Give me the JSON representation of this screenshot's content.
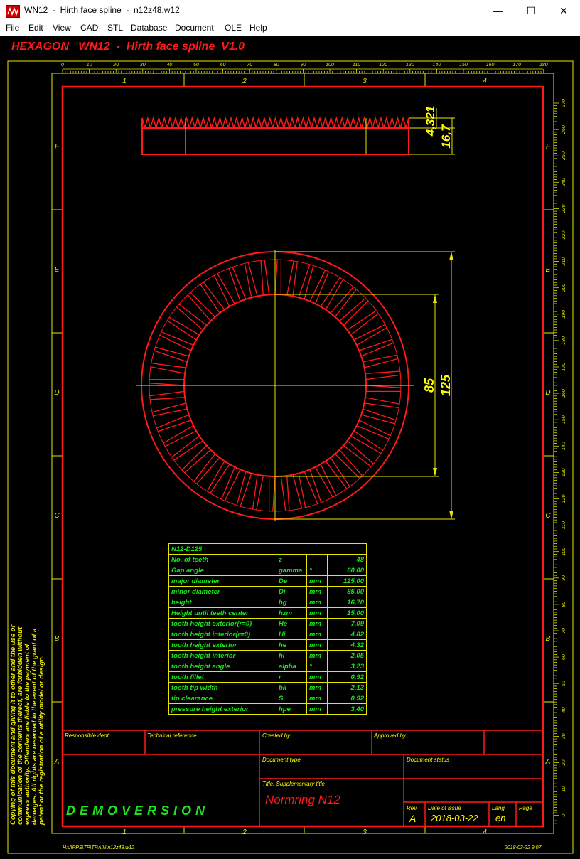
{
  "window": {
    "title": "WN12  -  Hirth face spline  -  n12z48.w12",
    "minimize": "—",
    "maximize": "☐",
    "close": "✕"
  },
  "menu": [
    "File",
    "Edit",
    "View",
    "CAD",
    "STL",
    "Database",
    "Document",
    "OLE",
    "Help"
  ],
  "header": "HEXAGON   WN12  -  Hirth face spline  V1.0",
  "drawing": {
    "ruler_x": [
      "0",
      "10",
      "20",
      "30",
      "40",
      "50",
      "60",
      "70",
      "80",
      "90",
      "100",
      "110",
      "120",
      "130",
      "140",
      "150",
      "160",
      "170",
      "180"
    ],
    "ruler_y": [
      "270",
      "260",
      "250",
      "240",
      "230",
      "220",
      "210",
      "200",
      "190",
      "180",
      "170",
      "160",
      "150",
      "140",
      "130",
      "120",
      "110",
      "100",
      "90",
      "80",
      "70",
      "60",
      "50",
      "40",
      "30",
      "20",
      "10",
      "0"
    ],
    "zones_x": [
      "1",
      "2",
      "3",
      "4"
    ],
    "zones_y": [
      "F",
      "E",
      "D",
      "C",
      "B",
      "A"
    ],
    "dim_tooth": "4,321",
    "dim_height": "16,7",
    "dim_minor": "85",
    "dim_major": "125"
  },
  "params": {
    "title": "N12-D125",
    "rows": [
      {
        "name": "No. of teeth",
        "sym": "z",
        "unit": "",
        "val": "48"
      },
      {
        "name": "Gap angle",
        "sym": "gamma",
        "unit": "°",
        "val": "60,00"
      },
      {
        "name": "major diameter",
        "sym": "De",
        "unit": "mm",
        "val": "125,00"
      },
      {
        "name": "minor diameter",
        "sym": "Di",
        "unit": "mm",
        "val": "85,00"
      },
      {
        "name": "height",
        "sym": "hg",
        "unit": "mm",
        "val": "16,70"
      },
      {
        "name": "Height until teeth center",
        "sym": "hzm",
        "unit": "mm",
        "val": "15,00"
      },
      {
        "name": "tooth height exterior(r=0)",
        "sym": "He",
        "unit": "mm",
        "val": "7,09"
      },
      {
        "name": "tooth height interior(r=0)",
        "sym": "Hi",
        "unit": "mm",
        "val": "4,82"
      },
      {
        "name": "tooth height exterior",
        "sym": "he",
        "unit": "mm",
        "val": "4,32"
      },
      {
        "name": "tooth height interior",
        "sym": "hi",
        "unit": "mm",
        "val": "2,05"
      },
      {
        "name": "tooth height angle",
        "sym": "alpha",
        "unit": "°",
        "val": "3,23"
      },
      {
        "name": "tooth fillet",
        "sym": "r",
        "unit": "mm",
        "val": "0,92"
      },
      {
        "name": "tooth tip width",
        "sym": "bk",
        "unit": "mm",
        "val": "2,13"
      },
      {
        "name": "tip clearance",
        "sym": "S",
        "unit": "mm",
        "val": "0,92"
      },
      {
        "name": "pressure height exterior",
        "sym": "hpe",
        "unit": "mm",
        "val": "3,40"
      }
    ]
  },
  "titleblock": {
    "responsible_label": "Responsible dept.",
    "techref_label": "Technical reference",
    "created_label": "Created by",
    "approved_label": "Approved by",
    "doctype_label": "Document type",
    "docstatus_label": "Document status",
    "title_label": "Title, Supplementary title",
    "title_value": "Normring N12",
    "rev_label": "Rev.",
    "rev_value": "A",
    "issue_label": "Date of issue",
    "issue_value": "2018-03-22",
    "lang_label": "Lang.",
    "lang_value": "en",
    "page_label": "Page",
    "demo": "DEMOVERSION"
  },
  "footer": {
    "path": "H:\\APPS\\TP\\TRAIN\\n12z48.w12",
    "date": "2018-03-22 9:07"
  },
  "notice": "Copying of this document and giving it to other and the use or communication of the contents thereof, are forbidden without express authority. Offenders are liable to the payment of damages. All rights are reserved in the event of the grant of a patent or the registration of a utility model or design."
}
